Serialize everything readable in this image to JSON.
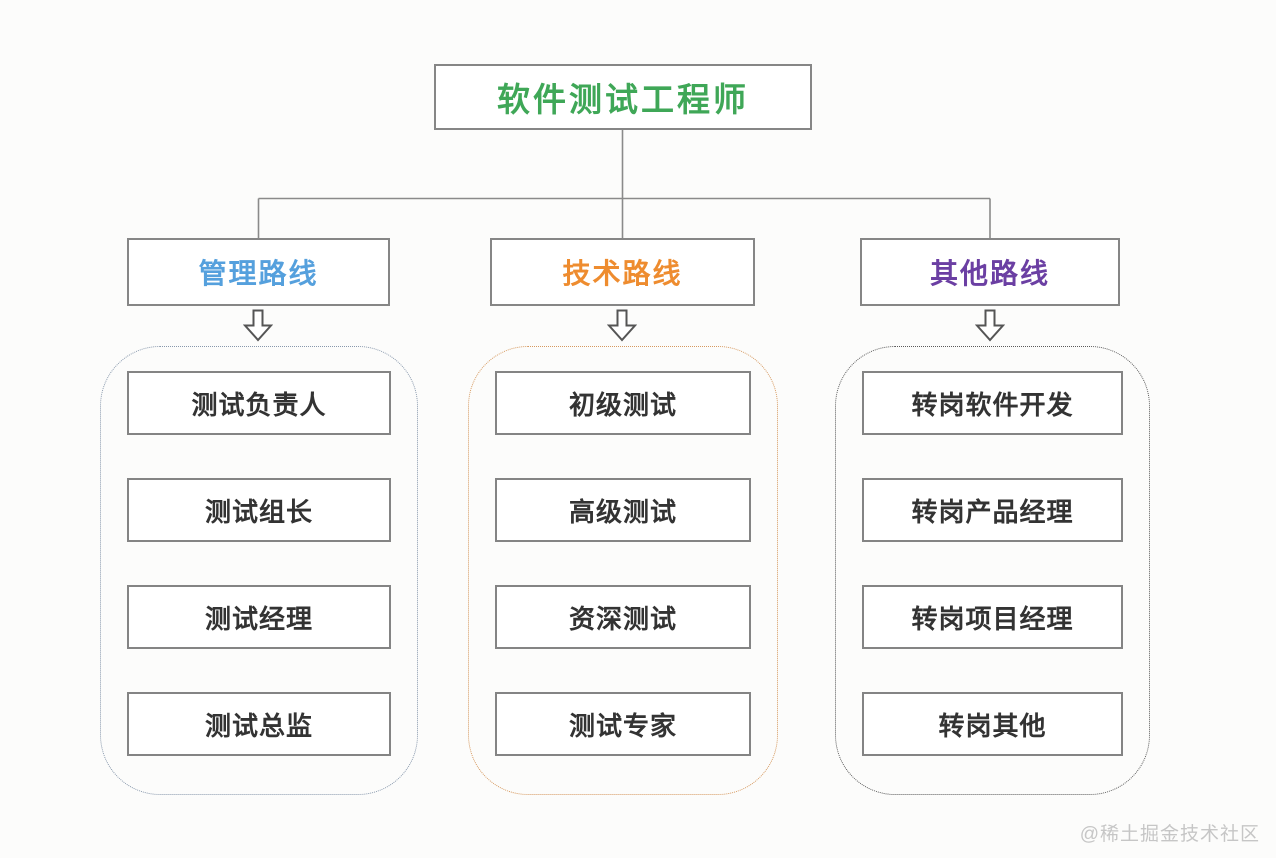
{
  "root": {
    "label": "软件测试工程师",
    "color": "#3fa757"
  },
  "columns": [
    {
      "header": "管理路线",
      "header_color": "#55a0dd",
      "container_border_color": "#8898ac",
      "items": [
        "测试负责人",
        "测试组长",
        "测试经理",
        "测试总监"
      ]
    },
    {
      "header": "技术路线",
      "header_color": "#ee8c2f",
      "container_border_color": "#d6995f",
      "items": [
        "初级测试",
        "高级测试",
        "资深测试",
        "测试专家"
      ]
    },
    {
      "header": "其他路线",
      "header_color": "#6b3fa3",
      "container_border_color": "#5a5a5a",
      "items": [
        "转岗软件开发",
        "转岗产品经理",
        "转岗项目经理",
        "转岗其他"
      ]
    }
  ],
  "watermark": "@稀土掘金技术社区"
}
